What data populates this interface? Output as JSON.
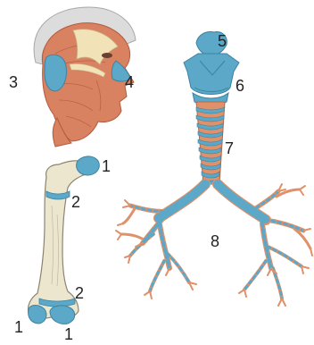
{
  "labels": {
    "head_left": "3",
    "head_nose": "4",
    "larynx_top": "5",
    "larynx_side": "6",
    "trachea": "7",
    "bronchi": "8",
    "femur_head": "1",
    "femur_neck_ring": "2",
    "femur_lower_ring": "2",
    "femur_condyle_left": "1",
    "femur_condyle_right": "1"
  },
  "colors": {
    "cartilage": "#5ba8c8",
    "muscle": "#d98262",
    "muscle_dark": "#b35a3c",
    "tendon": "#f2e2b8",
    "bone": "#ece6cf",
    "bone_outline": "#8c8470",
    "airway": "#e0916a",
    "skull": "#dcdcdc"
  }
}
